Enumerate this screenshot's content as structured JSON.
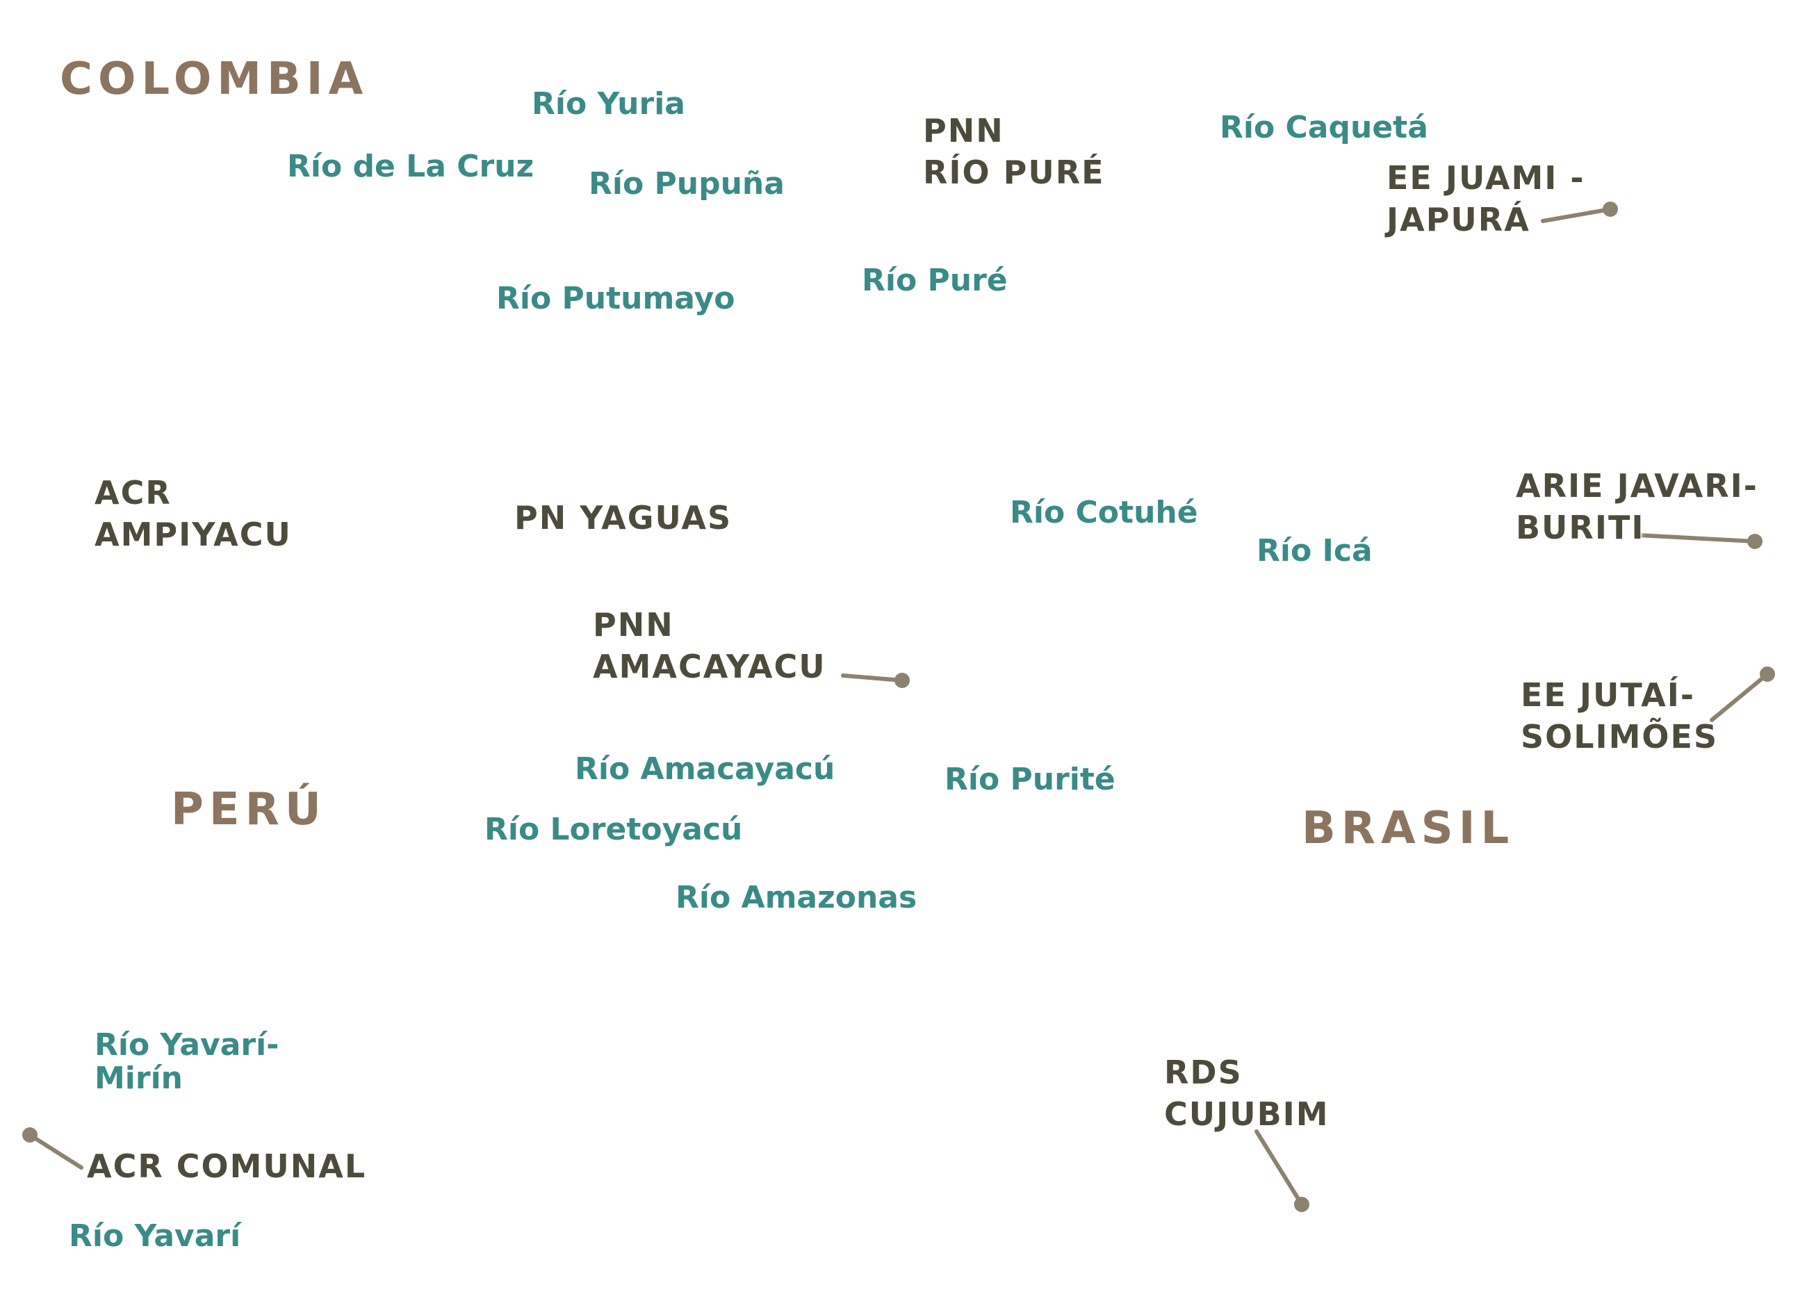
{
  "colors": {
    "country": "#8c7560",
    "protected_area": "#4d4c3c",
    "river": "#3a8b87",
    "leader_line": "#8c8270"
  },
  "countries": {
    "colombia": "COLOMBIA",
    "peru": "PERÚ",
    "brasil": "BRASIL"
  },
  "protected_areas": {
    "pnn_rio_pure": [
      "PNN",
      "RÍO PURÉ"
    ],
    "ee_juami_japura": [
      "EE JUAMI -",
      "JAPURÁ"
    ],
    "acr_ampiyacu": [
      "ACR",
      "AMPIYACU"
    ],
    "pn_yaguas": [
      "PN YAGUAS"
    ],
    "arie_javari_buriti": [
      "ARIE JAVARI-",
      "BURITI"
    ],
    "pnn_amacayacu": [
      "PNN",
      "AMACAYACU"
    ],
    "ee_jutai_solimoes": [
      "EE JUTAÍ-",
      "SOLIMÕES"
    ],
    "rds_cujubim": [
      "RDS",
      "CUJUBIM"
    ],
    "acr_comunal": [
      "ACR COMUNAL"
    ]
  },
  "rivers": {
    "yuria": "Río Yuria",
    "de_la_cruz": "Río de La Cruz",
    "pupuna": "Río Pupuña",
    "caqueta": "Río Caquetá",
    "putumayo": "Río Putumayo",
    "pure": "Río Puré",
    "cotuhe": "Río Cotuhé",
    "ica": "Río Icá",
    "amacayacu": "Río Amacayacú",
    "purite": "Río Purité",
    "loretoyacu": "Río Loretoyacú",
    "amazonas": "Río Amazonas",
    "yavari_mirin": [
      "Río Yavarí-",
      "Mirín"
    ],
    "yavari": "Río Yavarí"
  }
}
